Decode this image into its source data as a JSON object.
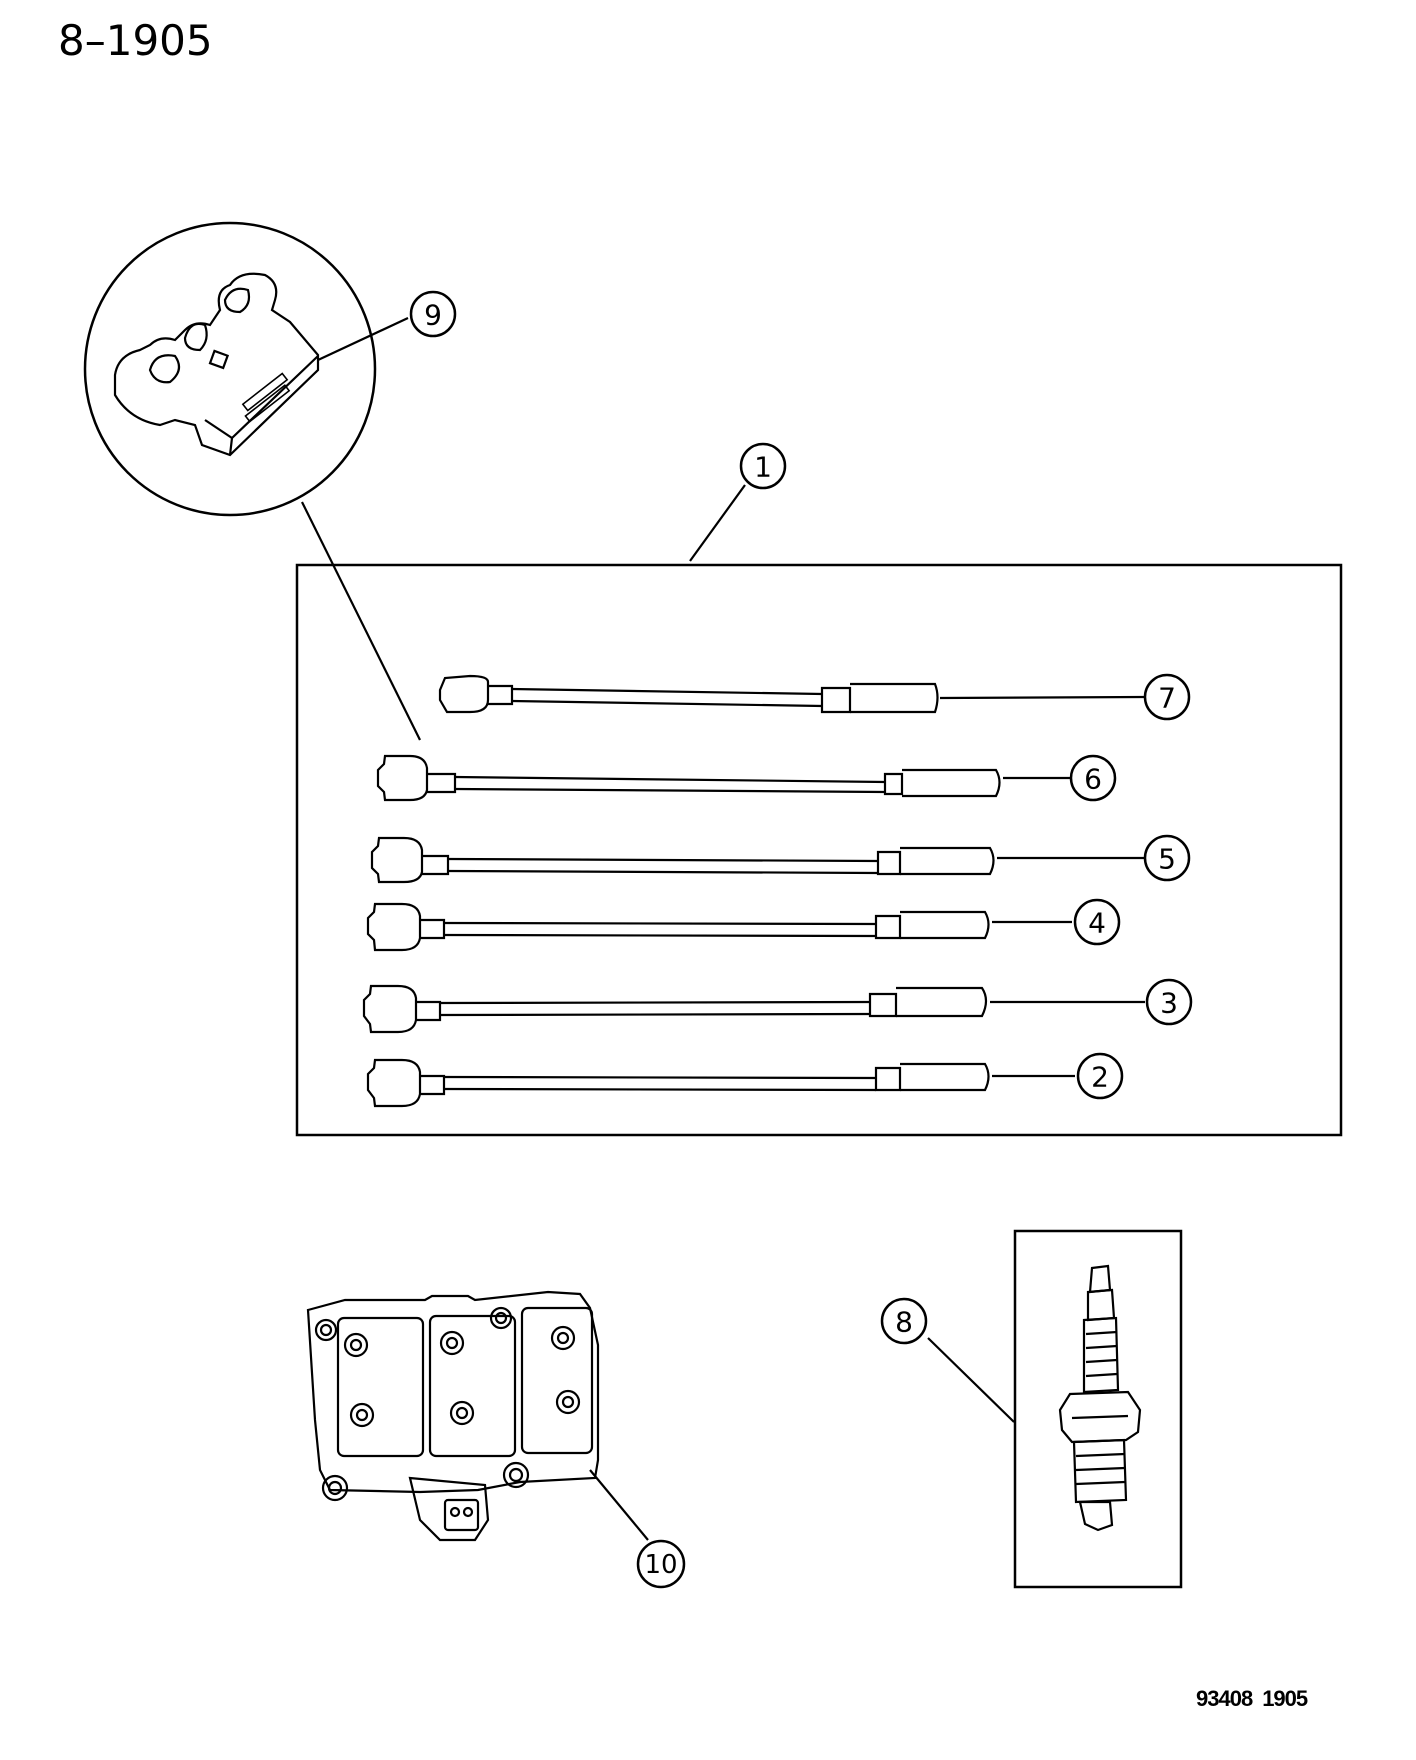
{
  "header": {
    "page_number": "8–1905"
  },
  "footer": {
    "figure_number": "93408",
    "section_number": "1905"
  },
  "callouts": {
    "c1": "1",
    "c2": "2",
    "c3": "3",
    "c4": "4",
    "c5": "5",
    "c6": "6",
    "c7": "7",
    "c8": "8",
    "c9": "9",
    "c10": "10"
  },
  "colors": {
    "ink": "#000000",
    "paper": "#ffffff"
  }
}
